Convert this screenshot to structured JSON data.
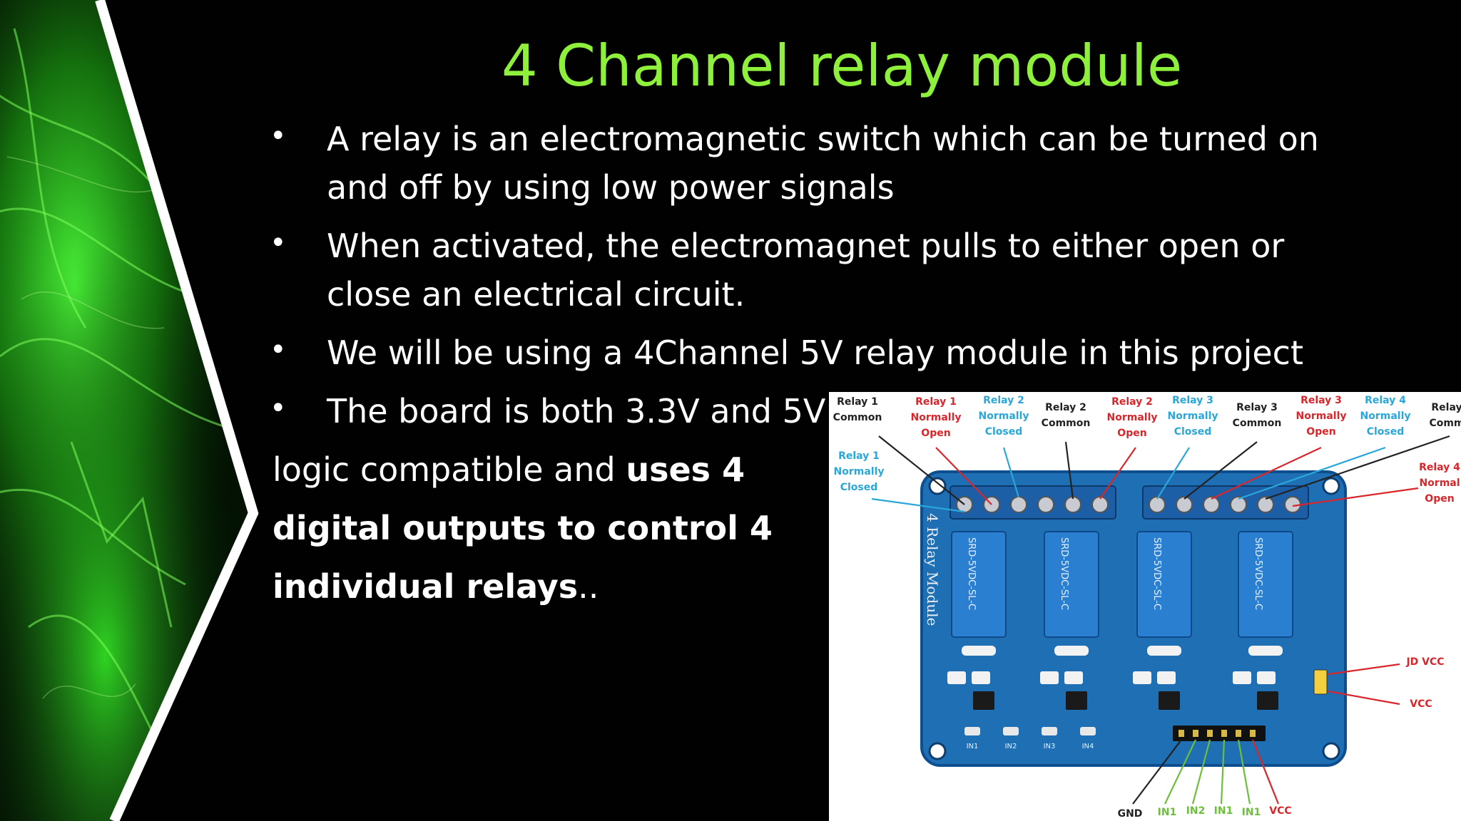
{
  "slide": {
    "title": "4 Channel relay module",
    "bullets": [
      {
        "lines": [
          "A relay is an electromagnetic switch which can be turned on",
          "and off by using low power signals"
        ]
      },
      {
        "lines": [
          "When activated, the electromagnet pulls to either open or",
          "close an electrical circuit."
        ]
      },
      {
        "lines": [
          "We will be using a 4Channel 5V relay module in this project"
        ]
      },
      {
        "lines": [
          "The board is both 3.3V and 5V"
        ]
      }
    ],
    "continuation": {
      "line1_plain": "logic compatible and ",
      "line1_bold": "uses 4",
      "line2_bold": "digital outputs to control 4",
      "line3_bold": "individual relays",
      "line3_plain": ".."
    }
  },
  "figure": {
    "top_labels": [
      {
        "l1": "Relay 1",
        "l2": "Common",
        "l3": "",
        "color": "#222222"
      },
      {
        "l1": "Relay 1",
        "l2": "Normally",
        "l3": "Open",
        "color": "#d8262b"
      },
      {
        "l1": "Relay 2",
        "l2": "Normally",
        "l3": "Closed",
        "color": "#2aa7d8"
      },
      {
        "l1": "Relay 2",
        "l2": "Common",
        "l3": "",
        "color": "#222222"
      },
      {
        "l1": "Relay 2",
        "l2": "Normally",
        "l3": "Open",
        "color": "#d8262b"
      },
      {
        "l1": "Relay 3",
        "l2": "Normally",
        "l3": "Closed",
        "color": "#2aa7d8"
      },
      {
        "l1": "Relay 3",
        "l2": "Common",
        "l3": "",
        "color": "#222222"
      },
      {
        "l1": "Relay 3",
        "l2": "Normally",
        "l3": "Open",
        "color": "#d8262b"
      },
      {
        "l1": "Relay 4",
        "l2": "Normally",
        "l3": "Closed",
        "color": "#2aa7d8"
      },
      {
        "l1": "Relay",
        "l2": "Comm",
        "l3": "",
        "color": "#222222"
      }
    ],
    "left_label": {
      "l1": "Relay 1",
      "l2": "Normally",
      "l3": "Closed",
      "color": "#2aa7d8"
    },
    "right_label": {
      "l1": "Relay 4",
      "l2": "Normal",
      "l3": "Open",
      "color": "#d8262b"
    },
    "jd_vcc": "JD VCC",
    "vcc": "VCC",
    "board_text": "4 Relay Module",
    "relay_text": "SRD-5VDC-SL-C",
    "led_labels": [
      "IN1",
      "IN2",
      "IN3",
      "IN4"
    ],
    "bottom_labels": [
      {
        "text": "GND",
        "color": "#222222"
      },
      {
        "text": "IN1",
        "color": "#6cbf3a"
      },
      {
        "text": "IN2",
        "color": "#6cbf3a"
      },
      {
        "text": "IN1",
        "color": "#6cbf3a"
      },
      {
        "text": "IN1",
        "color": "#6cbf3a"
      },
      {
        "text": "VCC",
        "color": "#d8262b"
      }
    ],
    "colors": {
      "board": "#1f6fb5",
      "relay": "#2a7fd0",
      "terminal": "#1d5fa6"
    }
  }
}
